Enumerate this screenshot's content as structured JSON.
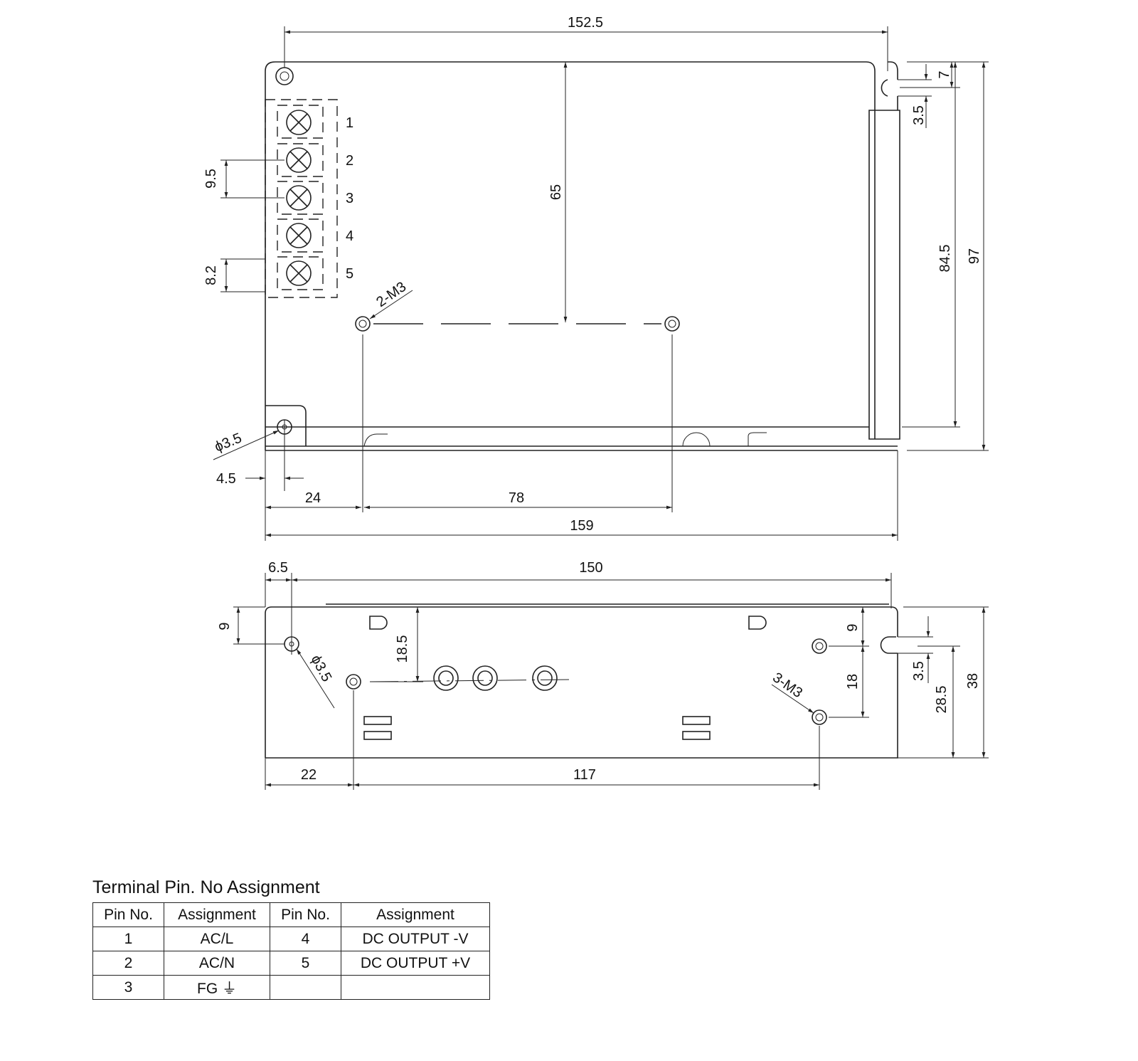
{
  "top_view": {
    "dims": {
      "overall_top": "152.5",
      "terminal_pitch": "9.5",
      "terminal_width": "8.2",
      "depth_to_holes": "65",
      "mount_holes": "2-M3",
      "hole_dia": "ϕ3.5",
      "hole_offset": "4.5",
      "left_to_hole": "24",
      "hole_spacing": "78",
      "overall_width": "159",
      "slot_top": "7",
      "slot_dia": "3.5",
      "inner_height": "84.5",
      "overall_height": "97"
    },
    "terminals": [
      "1",
      "2",
      "3",
      "4",
      "5"
    ]
  },
  "side_view": {
    "dims": {
      "left_offset": "6.5",
      "hole_span": "150",
      "hole_height": "9",
      "hole_dia": "ϕ3.5",
      "center_height": "18.5",
      "mount_holes": "3-M3",
      "right_hole_top": "9",
      "right_hole_spacing": "18",
      "slot_dia": "3.5",
      "slot_height": "28.5",
      "overall_height": "38",
      "left_to_hole": "22",
      "hole_distance": "117"
    }
  },
  "table": {
    "title": "Terminal Pin. No  Assignment",
    "headers": [
      "Pin No.",
      "Assignment",
      "Pin No.",
      "Assignment"
    ],
    "rows": [
      [
        "1",
        "AC/L",
        "4",
        "DC OUTPUT -V"
      ],
      [
        "2",
        "AC/N",
        "5",
        "DC OUTPUT +V"
      ],
      [
        "3",
        "FG ⏚",
        "",
        ""
      ]
    ]
  }
}
